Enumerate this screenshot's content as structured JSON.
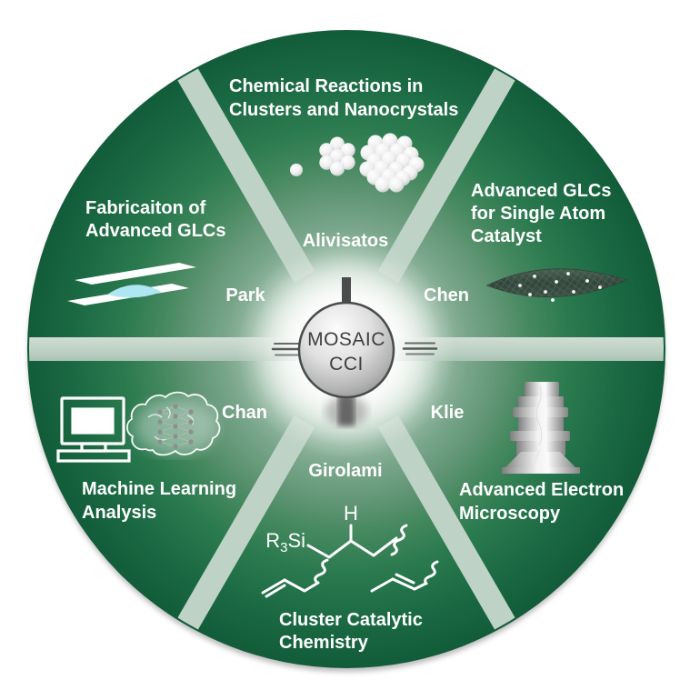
{
  "hub": {
    "lines": [
      "MOSAIC",
      "CCI"
    ]
  },
  "sectors": [
    {
      "position": "top",
      "pi": "Alivisatos",
      "title_lines": [
        "Chemical Reactions in",
        "Clusters and Nanocrystals"
      ],
      "icon": "nanocrystal-clusters-icon"
    },
    {
      "position": "top-right",
      "pi": "Chen",
      "title_lines": [
        "Advanced GLCs",
        "for Single Atom",
        "Catalyst"
      ],
      "icon": "graphene-lens-icon"
    },
    {
      "position": "bottom-right",
      "pi": "Klie",
      "title_lines": [
        "Advanced Electron",
        "Microscopy"
      ],
      "icon": "electron-microscope-icon"
    },
    {
      "position": "bottom",
      "pi": "Girolami",
      "title_lines": [
        "Cluster Catalytic",
        "Chemistry"
      ],
      "icon": "chemical-structures-icon"
    },
    {
      "position": "bottom-left",
      "pi": "Chan",
      "title_lines": [
        "Machine Learning",
        "Analysis"
      ],
      "icon": "computer-brain-icon"
    },
    {
      "position": "top-left",
      "pi": "Park",
      "title_lines": [
        "Fabricaiton of",
        "Advanced GLCs"
      ],
      "icon": "glc-layers-icon"
    }
  ],
  "chem": {
    "h": "H",
    "r": "R",
    "three": "3",
    "si": "Si"
  },
  "colors": {
    "outer_green": "#125c39",
    "mid_green": "#2b7a4f",
    "inner_sage": "#79a68b",
    "divider": "#bed2c5",
    "hub_border": "#474c4a",
    "hub_text": "#3b403e",
    "label_text": "#ffffff",
    "connector_gray": "#4e5350",
    "lens_cyan": "#aee7f2",
    "graphene_dark": "#31453a",
    "node_gray": "#8e8e8e"
  }
}
